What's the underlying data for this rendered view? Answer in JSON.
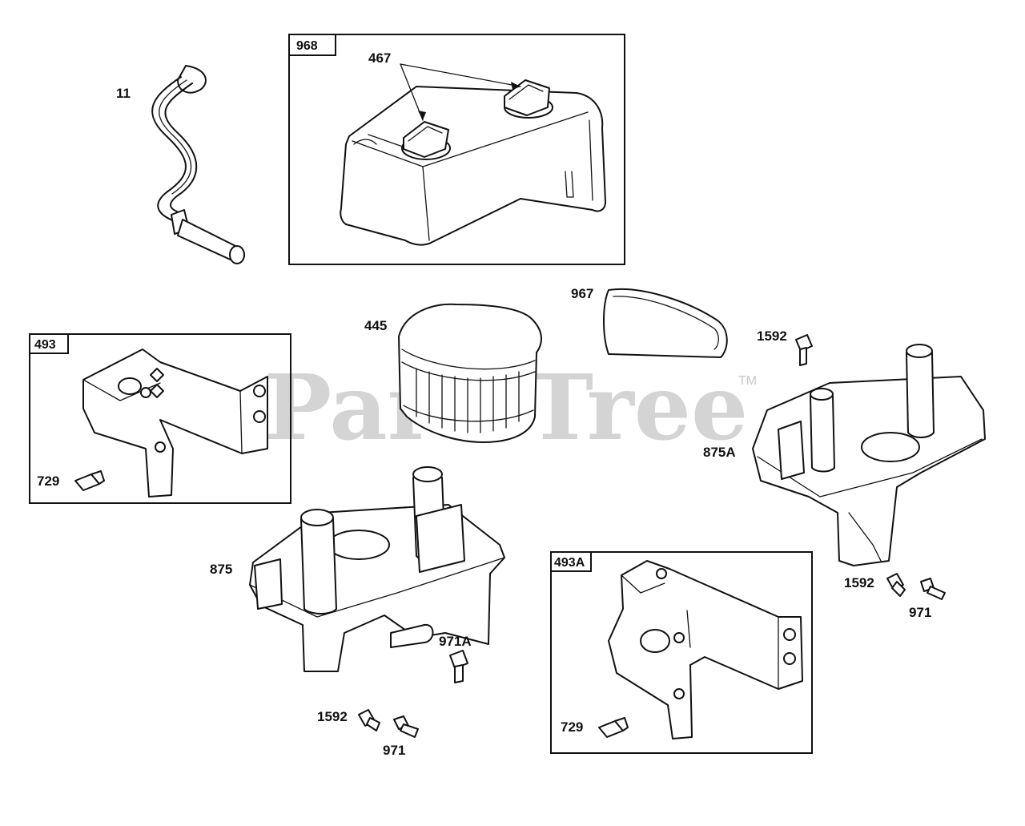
{
  "watermark": {
    "text": "PartsTree",
    "trademark": "TM"
  },
  "boxes": {
    "b968": "968",
    "b493": "493",
    "b493a": "493A"
  },
  "labels": {
    "l11": "11",
    "l467": "467",
    "l967": "967",
    "l445": "445",
    "l1592a": "1592",
    "l875a": "875A",
    "l729a": "729",
    "l875": "875",
    "l971a": "971A",
    "l1592b": "1592",
    "l971b": "971",
    "l1592c": "1592",
    "l971c": "971",
    "l729b": "729"
  }
}
